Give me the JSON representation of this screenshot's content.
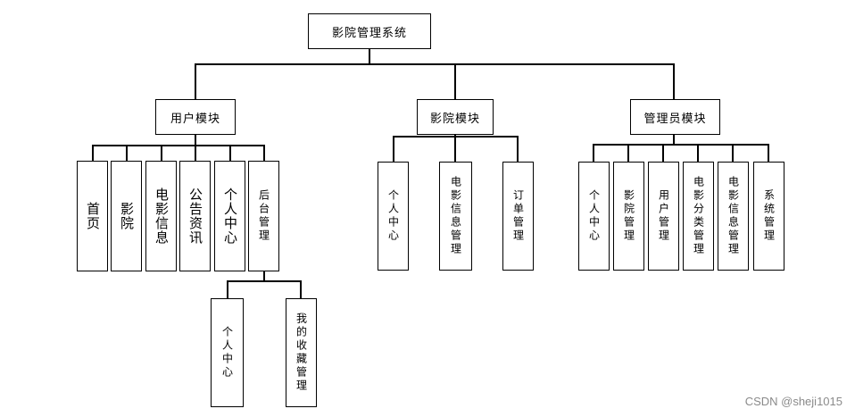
{
  "root": "影院管理系统",
  "modules": {
    "user": {
      "label": "用户模块",
      "children": [
        "首页",
        "影院",
        "电影信息",
        "公告资讯",
        "个人中心",
        "后台管理"
      ],
      "backend_children": [
        "个人中心",
        "我的收藏管理"
      ]
    },
    "cinema": {
      "label": "影院模块",
      "children": [
        "个人中心",
        "电影信息管理",
        "订单管理"
      ]
    },
    "admin": {
      "label": "管理员模块",
      "children": [
        "个人中心",
        "影院管理",
        "用户管理",
        "电影分类管理",
        "电影信息管理",
        "系统管理"
      ]
    }
  },
  "watermark": "CSDN @sheji1015"
}
